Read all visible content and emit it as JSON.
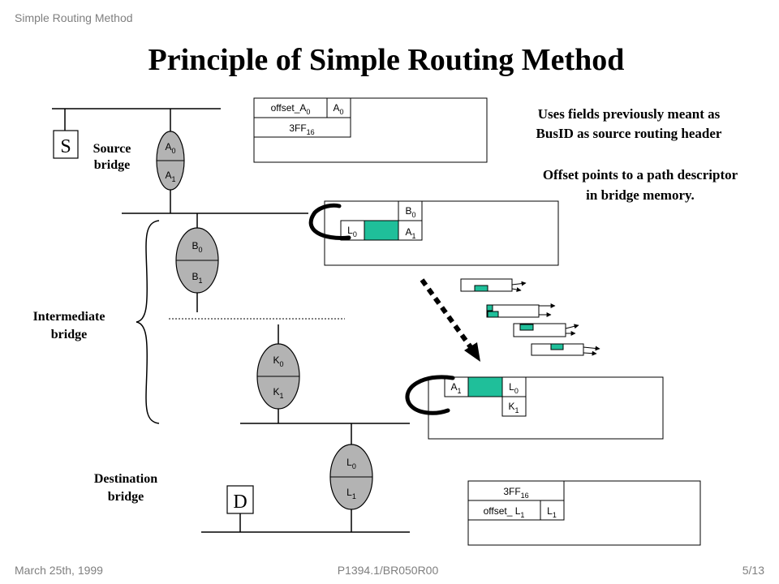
{
  "header": {
    "running_title": "Simple Routing Method",
    "title": "Principle of Simple Routing Method"
  },
  "footer": {
    "date": "March 25th, 1999",
    "doc_id": "P1394.1/BR050R00",
    "page": "5/13"
  },
  "notes": {
    "line1": "Uses fields previously meant as",
    "line2": "BusID as source routing header",
    "line3": "Offset points to a path descriptor",
    "line4": "in bridge memory."
  },
  "labels": {
    "source_line1": "Source",
    "source_line2": "bridge",
    "intermediate_line1": "Intermediate",
    "intermediate_line2": "bridge",
    "destination_line1": "Destination",
    "destination_line2": "bridge",
    "source_node": "S",
    "destination_node": "D"
  },
  "bridges": {
    "a": {
      "top": "A",
      "top_sub": "0",
      "bottom": "A",
      "bottom_sub": "1"
    },
    "b": {
      "top": "B",
      "top_sub": "0",
      "bottom": "B",
      "bottom_sub": "1"
    },
    "k": {
      "top": "K",
      "top_sub": "0",
      "bottom": "K",
      "bottom_sub": "1"
    },
    "l": {
      "top": "L",
      "top_sub": "0",
      "bottom": "L",
      "bottom_sub": "1"
    }
  },
  "packets": {
    "p1": {
      "offset": "offset_A",
      "offset_sub": "0",
      "addr": "A",
      "addr_sub": "0",
      "value": "3FF",
      "value_sub": "16"
    },
    "p2": {
      "top": "B",
      "top_sub": "0",
      "left": "L",
      "left_sub": "0",
      "right": "A",
      "right_sub": "1"
    },
    "p3": {
      "left": "A",
      "left_sub": "1",
      "top_right": "L",
      "top_right_sub": "0",
      "bottom_right": "K",
      "bottom_right_sub": "1"
    },
    "p4": {
      "value": "3FF",
      "value_sub": "16",
      "offset": "offset_ L",
      "offset_sub": "1",
      "addr": "L",
      "addr_sub": "1"
    }
  },
  "colors": {
    "accent": "#1fbf9a",
    "gray_text": "#7f7f7f"
  }
}
